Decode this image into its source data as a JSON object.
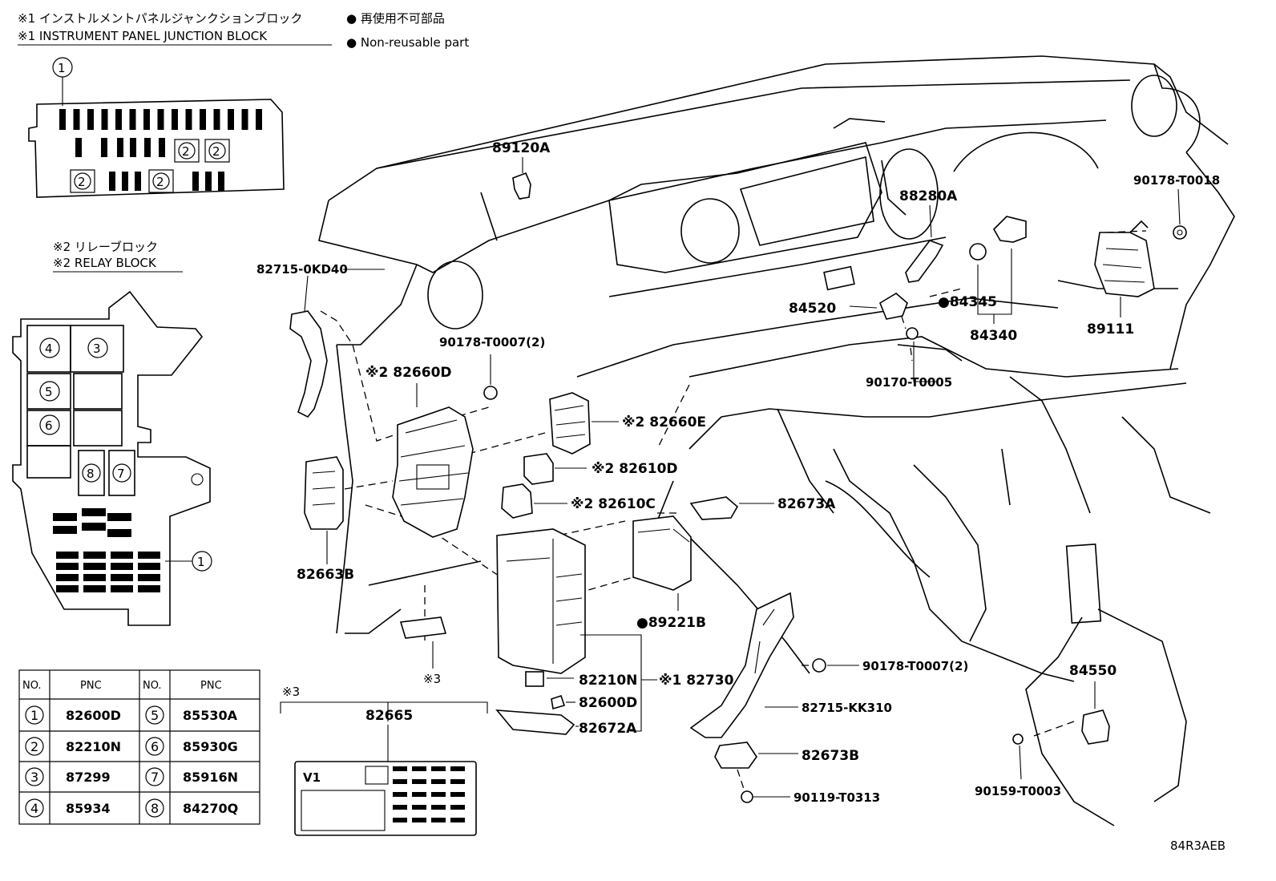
{
  "legend": {
    "junction_block_jp": "※1 インストルメントパネルジャンクションブロック",
    "junction_block_en": "※1 INSTRUMENT PANEL JUNCTION BLOCK",
    "non_reusable_jp": "● 再使用不可部品",
    "non_reusable_en": "● Non-reusable part",
    "relay_block_jp": "※2 リレーブロック",
    "relay_block_en": "※2 RELAY BLOCK",
    "label_ref": "※3"
  },
  "part_labels": {
    "p89120A": "89120A",
    "p88280A": "88280A",
    "p90178T0018": "90178-T0018",
    "p827150KD40": "82715-0KD40",
    "p84520": "84520",
    "p84345": "●84345",
    "p84340": "84340",
    "p89111": "89111",
    "p90178T0007a": "90178-T0007(2)",
    "p82660D": "※2 82660D",
    "p90170T0005": "90170-T0005",
    "p82660E": "※2 82660E",
    "p82610D": "※2 82610D",
    "p82610C": "※2 82610C",
    "p82673A": "82673A",
    "p82663B": "82663B",
    "p89221B": "●89221B",
    "p3": "※3",
    "p82210N": "82210N",
    "p82730": "※1 82730",
    "p82600D": "82600D",
    "p82672A": "82672A",
    "p90178T0007b": "90178-T0007(2)",
    "p84550": "84550",
    "p82715KK310": "82715-KK310",
    "p82673B": "82673B",
    "p90119T0313": "90119-T0313",
    "p90159T0003": "90159-T0003",
    "p82665": "82665",
    "v1": "V1",
    "figure_code": "84R3AEB"
  },
  "junction_block": {
    "callouts": [
      "1",
      "2",
      "2",
      "2",
      "2"
    ]
  },
  "relay_block": {
    "callouts": [
      "4",
      "3",
      "5",
      "6",
      "8",
      "7",
      "1"
    ]
  },
  "pnc_table": {
    "headers": [
      "NO.",
      "PNC",
      "NO.",
      "PNC"
    ],
    "rows": [
      {
        "no1": "1",
        "pnc1": "82600D",
        "no2": "5",
        "pnc2": "85530A"
      },
      {
        "no1": "2",
        "pnc1": "82210N",
        "no2": "6",
        "pnc2": "85930G"
      },
      {
        "no1": "3",
        "pnc1": "87299",
        "no2": "7",
        "pnc2": "85916N"
      },
      {
        "no1": "4",
        "pnc1": "85934",
        "no2": "8",
        "pnc2": "84270Q"
      }
    ]
  }
}
